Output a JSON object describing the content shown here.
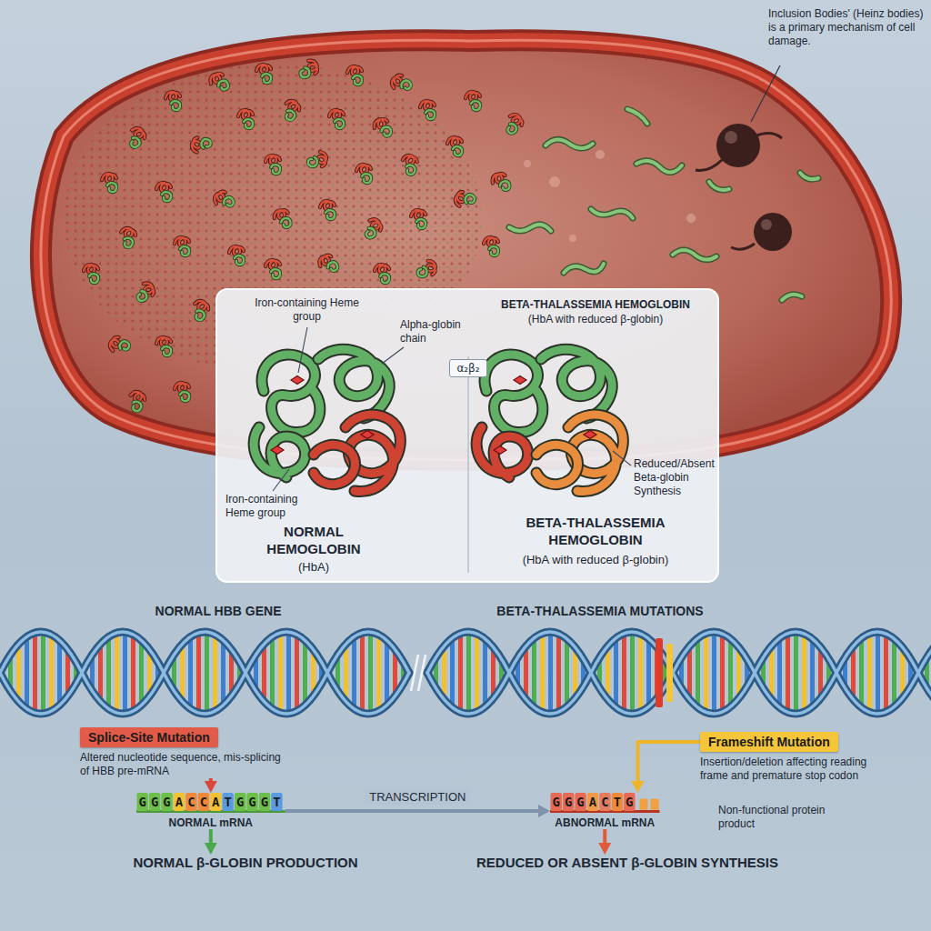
{
  "diagram": {
    "nodes": [
      {
        "text": [
          "α₂β₂"
        ]
      },
      {
        "text": [
          "Splice-Site Mutation",
          "Altered nucleotide sequence, mis-splicing of HBB pre-mRNA"
        ]
      },
      {
        "text": [
          "GGGACCATGGGT",
          "NORMAL mRNA"
        ]
      },
      {
        "text": [
          "NORMAL β-GLOBIN PRODUCTION"
        ]
      },
      {
        "text": [
          "Frameshift Mutation",
          "Insertion/deletion affecting reading frame and premature stop codon"
        ]
      },
      {
        "text": [
          "GGGACTG",
          "ABNORMAL mRNA"
        ]
      },
      {
        "text": [
          "REDUCED OR ABSENT β-GLOBIN SYNTHESIS"
        ]
      }
    ],
    "edges": [
      {
        "from": 1,
        "to": 2,
        "arrow": "to"
      },
      {
        "from": 2,
        "to": 3,
        "arrow": "to"
      },
      {
        "from": 2,
        "to": 5,
        "label": "TRANSCRIPTION",
        "arrow": "to"
      },
      {
        "from": 4,
        "to": 5,
        "arrow": "to"
      },
      {
        "from": 5,
        "to": 6,
        "arrow": "to"
      }
    ],
    "labels": [
      "Inclusion Bodies' (Heinz bodies) is a primary mechanism of cell damage.",
      "Iron-containing Heme group",
      "Alpha-globin chain",
      "BETA-THALASSEMIA HEMOGLOBIN",
      "(HbA with reduced β-globin)",
      "Iron-containing Heme group",
      "NORMAL HEMOGLOBIN",
      "(HbA)",
      "Reduced/Absent Beta-globin Synthesis",
      "BETA-THALASSEMIA HEMOGLOBIN",
      "(HbA with reduced β-globin)",
      "NORMAL HBB GENE",
      "BETA-THALASSEMIA MUTATIONS",
      "Non-functional protein product"
    ]
  }
}
